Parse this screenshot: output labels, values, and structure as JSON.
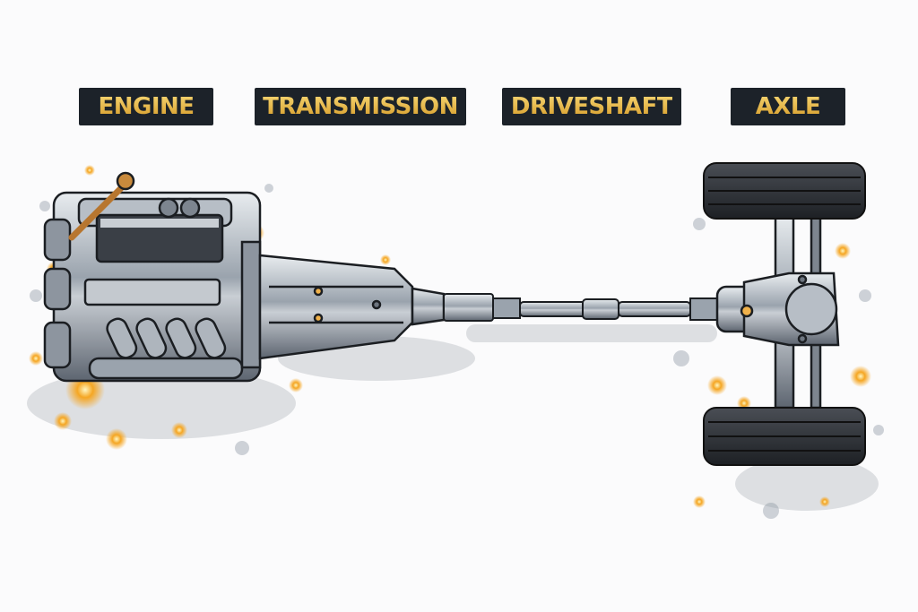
{
  "labels": [
    {
      "text": "ENGINE"
    },
    {
      "text": "TRANSMISSION"
    },
    {
      "text": "DRIVESHAFT"
    },
    {
      "text": "AXLE"
    }
  ],
  "colors": {
    "label_bg": "#1c2229",
    "label_text_top": "#f7d774",
    "label_text_bottom": "#d59a27",
    "metal": "#9aa3ad",
    "tire": "#2b2e33",
    "spark": "#f5a623",
    "background": "#fbfbfc"
  },
  "components": [
    "engine",
    "transmission",
    "driveshaft",
    "rear-axle",
    "wheels"
  ]
}
